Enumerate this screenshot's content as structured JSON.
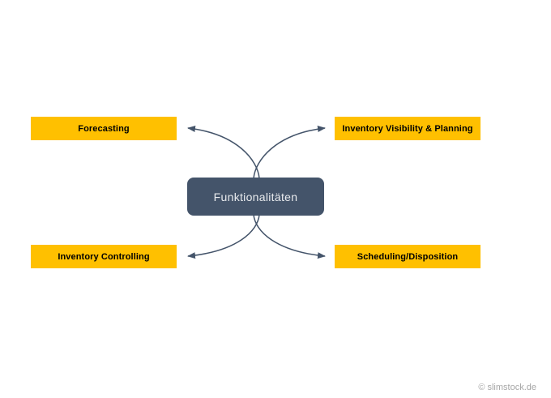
{
  "diagram": {
    "center": {
      "label": "Funktionalitäten"
    },
    "nodes": [
      {
        "id": "forecasting",
        "label": "Forecasting",
        "position": "top-left"
      },
      {
        "id": "inventory-visibility-planning",
        "label": "Inventory Visibility & Planning",
        "position": "top-right"
      },
      {
        "id": "inventory-controlling",
        "label": "Inventory Controlling",
        "position": "bottom-left"
      },
      {
        "id": "scheduling-disposition",
        "label": "Scheduling/Disposition",
        "position": "bottom-right"
      }
    ],
    "connections": [
      {
        "from": "center",
        "to": "forecasting"
      },
      {
        "from": "center",
        "to": "inventory-visibility-planning"
      },
      {
        "from": "center",
        "to": "inventory-controlling"
      },
      {
        "from": "center",
        "to": "scheduling-disposition"
      }
    ]
  },
  "footer": {
    "copyright": "© slimstock.de"
  },
  "colors": {
    "background": "#FFFFFF",
    "node_fill": "#FFC000",
    "node_text": "#000000",
    "center_fill": "#44546A",
    "center_text": "#E9EBEE",
    "connector": "#44546A",
    "footer_text": "#A6A6A6"
  }
}
